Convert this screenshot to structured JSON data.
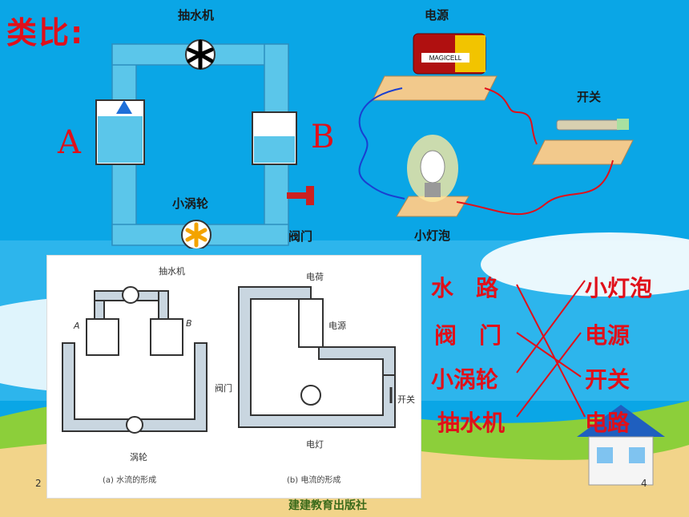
{
  "title": "类比:",
  "water_diagram": {
    "pump_label": "抽水机",
    "left_tank": "A",
    "right_tank": "B",
    "turbine_label": "小涡轮",
    "valve_label": "阀门"
  },
  "circuit_diagram": {
    "source_label": "电源",
    "switch_label": "开关",
    "bulb_label": "小灯泡",
    "battery_brand": "MAGICELL"
  },
  "inset": {
    "left": {
      "pump": "抽水机",
      "a": "A",
      "b": "B",
      "valve": "阀门",
      "turbine": "涡轮",
      "caption": "(a) 水流的形成"
    },
    "right": {
      "charge": "电荷",
      "source": "电源",
      "switch": "开关",
      "lamp": "电灯",
      "caption": "(b) 电流的形成"
    }
  },
  "matching": {
    "left": [
      "水　路",
      "阀　门",
      "小涡轮",
      "抽水机"
    ],
    "right": [
      "小灯泡",
      "电源",
      "开关",
      "电路"
    ]
  },
  "footer": {
    "page_number": "4",
    "left_fragment": "2",
    "publisher_fragment": "　建建教育出版社"
  },
  "colors": {
    "background": "#00a8e8",
    "water": "#5bc6ea",
    "accent_red": "#e0101a"
  }
}
